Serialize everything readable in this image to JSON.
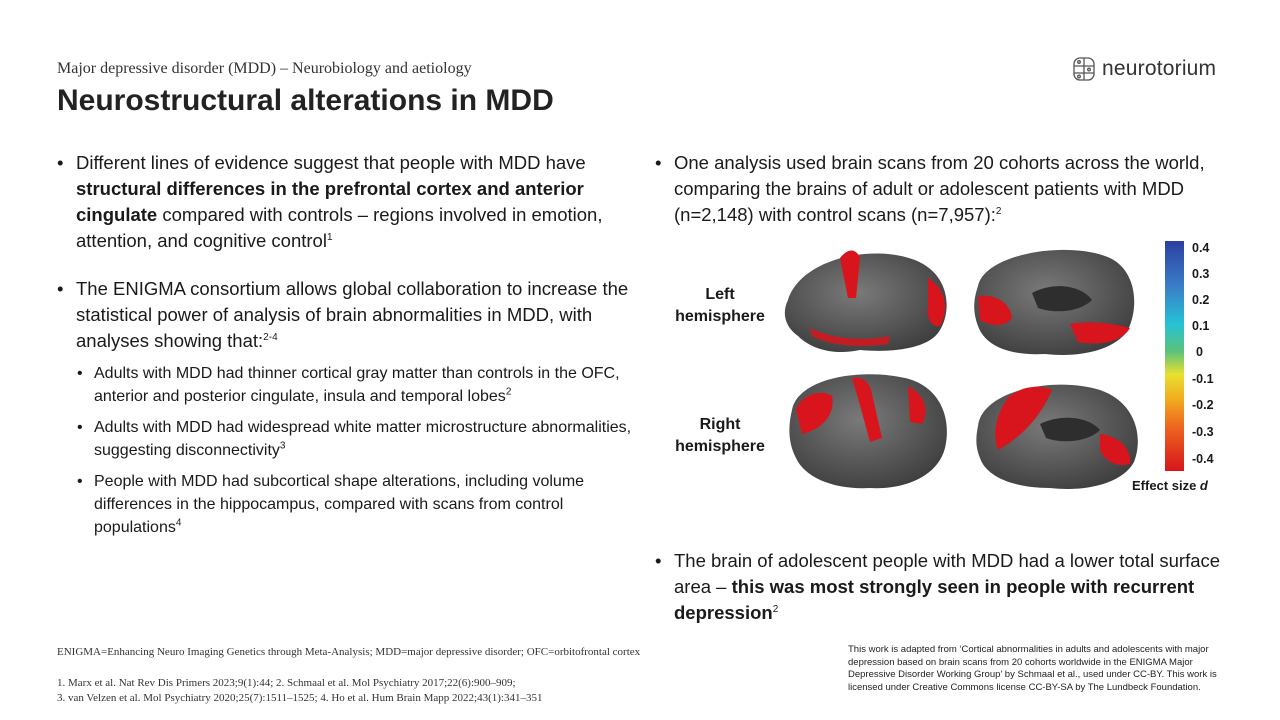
{
  "header": {
    "subtitle": "Major depressive disorder (MDD) – Neurobiology and aetiology",
    "title": "Neurostructural alterations in MDD",
    "logo_text": "neurotorium"
  },
  "left": {
    "b1": {
      "t1": "Different lines of evidence suggest that people with MDD have ",
      "bold": "structural differences in the prefrontal cortex and anterior cingulate",
      "t2": " compared with controls – regions involved in emotion, attention, and cognitive control",
      "sup": "1"
    },
    "b2": {
      "text": "The ENIGMA consortium allows global collaboration to increase the statistical power of analysis of brain abnormalities in MDD, with analyses showing that:",
      "sup": "2-4"
    },
    "subs": [
      {
        "text": "Adults with MDD had thinner cortical gray matter than controls in the OFC, anterior and posterior cingulate, insula and temporal lobes",
        "sup": "2"
      },
      {
        "text": "Adults with MDD had widespread white matter microstructure abnormalities, suggesting disconnectivity",
        "sup": "3"
      },
      {
        "text": "People with MDD had subcortical shape alterations, including volume differences in the hippocampus, compared with scans from control populations",
        "sup": "4"
      }
    ]
  },
  "right": {
    "b1": {
      "text": "One analysis used brain scans from 20 cohorts across the world, comparing the brains of adult or adolescent patients with MDD (n=2,148) with control scans (n=7,957):",
      "sup": "2"
    },
    "b2": {
      "t1": "The brain of adolescent people with MDD had a lower total surface area – ",
      "bold": "this was most strongly seen in people with recurrent depression",
      "sup": "2"
    }
  },
  "figure": {
    "left_label": [
      "Left",
      "hemisphere"
    ],
    "right_label": [
      "Right",
      "hemisphere"
    ],
    "ticks": [
      "0.4",
      "0.3",
      "0.2",
      "0.1",
      "0",
      "-0.1",
      "-0.2",
      "-0.3",
      "-0.4"
    ],
    "effect_label": "Effect size ",
    "effect_italic": "d",
    "colors": {
      "cortex": "#5a5a5a",
      "effect": "#d8141c"
    }
  },
  "footer": {
    "abbrev": "ENIGMA=Enhancing Neuro Imaging Genetics through Meta-Analysis; MDD=major depressive disorder; OFC=orbitofrontal cortex",
    "ref1": "1. Marx et al. Nat Rev Dis Primers 2023;9(1):44; 2. Schmaal et al. Mol Psychiatry 2017;22(6):900–909;",
    "ref2": "3. van Velzen et al. Mol Psychiatry 2020;25(7):1511–1525; 4. Ho et al. Hum Brain Mapp 2022;43(1):341–351",
    "license": "This work is adapted from ‘Cortical abnormalities in adults and adolescents with major depression based on brain scans from 20 cohorts worldwide in the ENIGMA Major Depressive Disorder Working Group’ by Schmaal et al., used under CC-BY. This work is licensed under Creative Commons license CC-BY-SA by The Lundbeck Foundation."
  }
}
